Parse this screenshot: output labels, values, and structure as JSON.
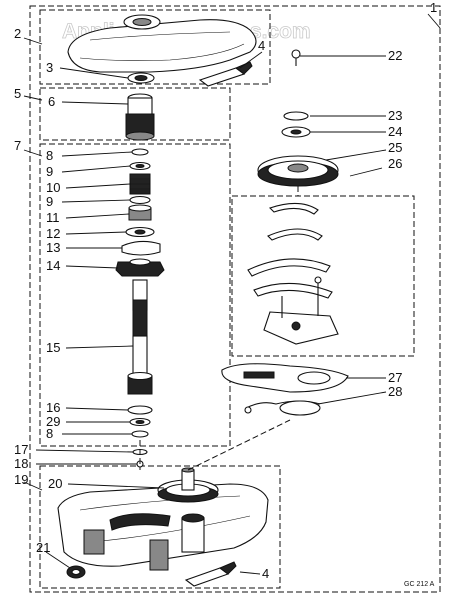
{
  "watermark": "AppliancePartsPros.com",
  "drawing_code": "GC 212 A",
  "callouts": [
    "1",
    "2",
    "3",
    "4",
    "5",
    "6",
    "7",
    "8",
    "9",
    "10",
    "9",
    "11",
    "12",
    "13",
    "14",
    "15",
    "16",
    "29",
    "8",
    "17",
    "18",
    "19",
    "20",
    "21",
    "4",
    "22",
    "23",
    "24",
    "25",
    "26",
    "27",
    "28"
  ]
}
